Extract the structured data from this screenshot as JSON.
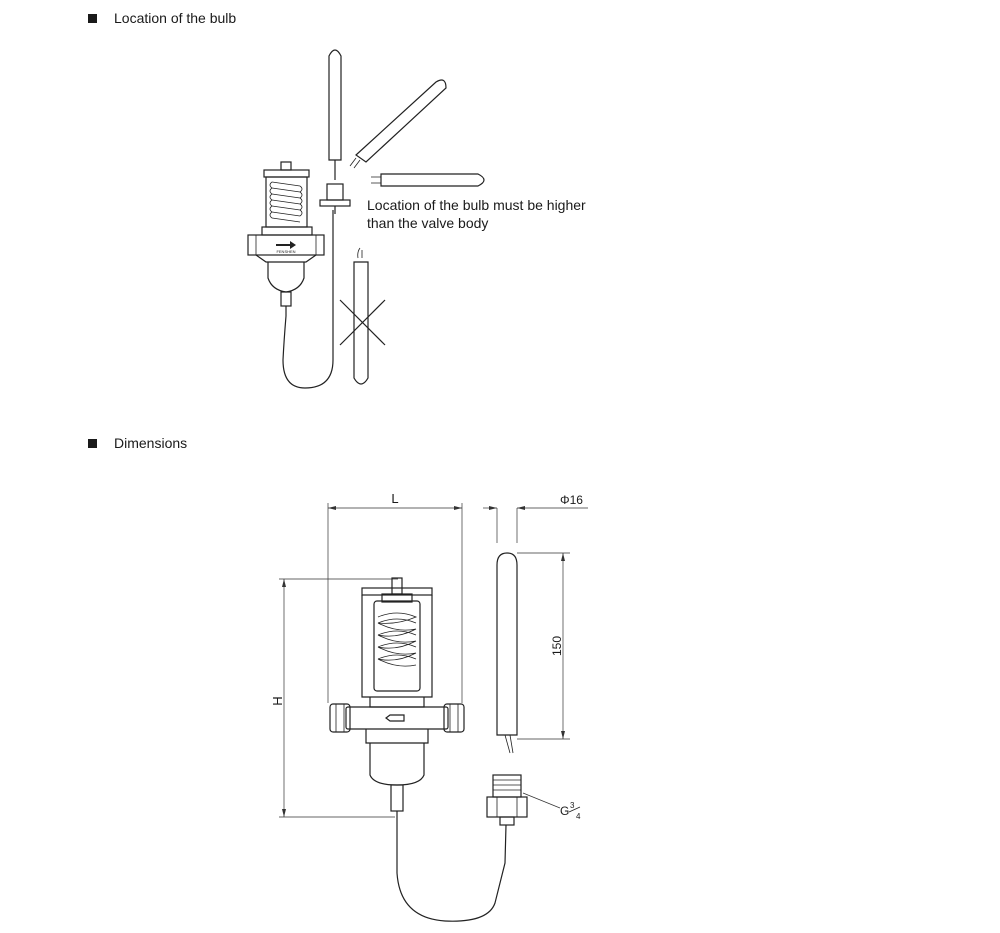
{
  "sections": {
    "location": {
      "title": "Location of the bulb"
    },
    "dimensions": {
      "title": "Dimensions"
    }
  },
  "location_note": {
    "line1": "Location of the bulb must be higher",
    "line2": "than the valve body"
  },
  "valve_marking": "FENSHEN",
  "dimension_labels": {
    "length": "L",
    "height": "H",
    "bulb_diameter": "Φ16",
    "bulb_length": "150",
    "thread_prefix": "G",
    "thread_num": "3",
    "thread_den": "4"
  }
}
